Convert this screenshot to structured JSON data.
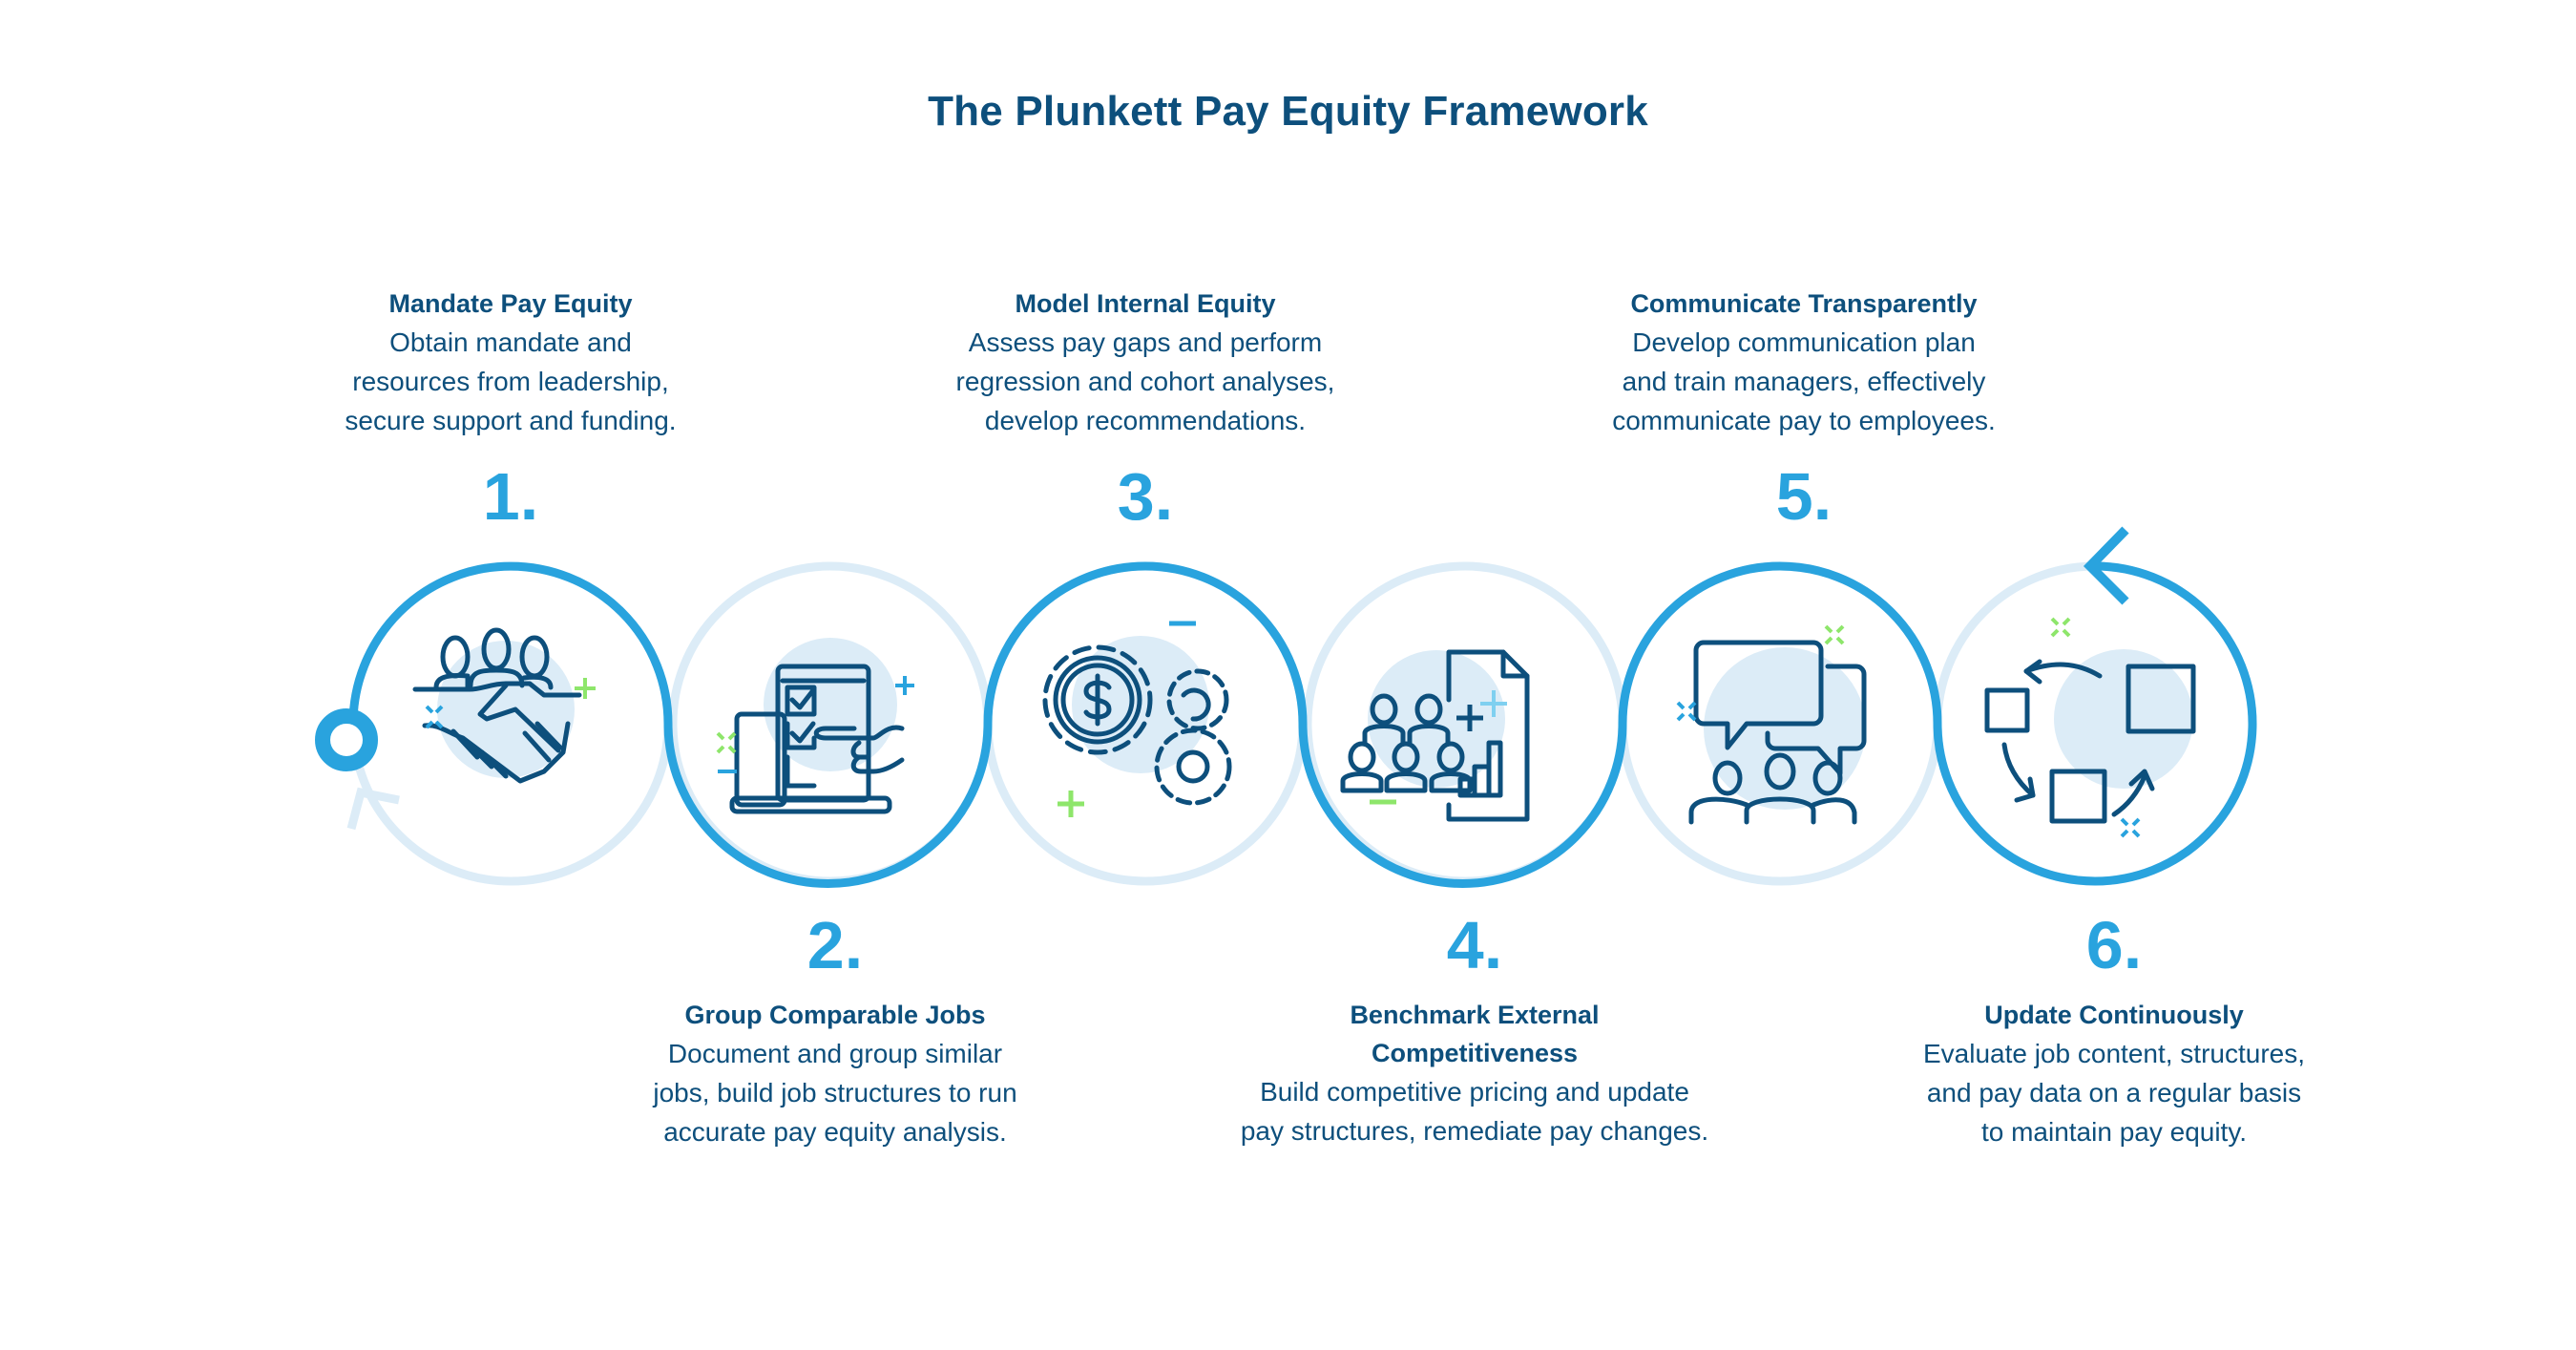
{
  "title": "The Plunkett Pay Equity Framework",
  "colors": {
    "title": "#0d4f7c",
    "number": "#29a3de",
    "path_active": "#29a3de",
    "path_light": "#dcecf7",
    "icon_stroke": "#0d4f7c",
    "icon_fill": "#dcecf7",
    "accent_green": "#8ee66b",
    "accent_blue": "#29a3de"
  },
  "steps": [
    {
      "number": "1.",
      "heading": "Mandate Pay Equity",
      "description": [
        "Obtain mandate and",
        "resources from leadership,",
        "secure support and funding."
      ],
      "icon": "handshake-team-icon",
      "position": "top"
    },
    {
      "number": "2.",
      "heading": "Group Comparable Jobs",
      "description": [
        "Document and group similar",
        "jobs, build job structures to run",
        "accurate pay equity analysis."
      ],
      "icon": "checklist-laptop-icon",
      "position": "bottom"
    },
    {
      "number": "3.",
      "heading": "Model Internal Equity",
      "description": [
        "Assess pay gaps and perform",
        "regression and cohort analyses,",
        "develop recommendations."
      ],
      "icon": "dollar-gears-icon",
      "position": "top"
    },
    {
      "number": "4.",
      "heading": "Benchmark External Competitiveness",
      "heading_lines": [
        "Benchmark External",
        "Competitiveness"
      ],
      "description": [
        "Build competitive pricing and update",
        "pay structures, remediate pay changes."
      ],
      "icon": "people-report-chart-icon",
      "position": "bottom"
    },
    {
      "number": "5.",
      "heading": "Communicate Transparently",
      "description": [
        "Develop communication plan",
        "and train managers, effectively",
        "communicate pay to employees."
      ],
      "icon": "chat-bubbles-people-icon",
      "position": "top"
    },
    {
      "number": "6.",
      "heading": "Update Continuously",
      "description": [
        "Evaluate job content, structures,",
        "and pay data on a regular basis",
        "to maintain pay equity."
      ],
      "icon": "cycle-squares-icon",
      "position": "bottom"
    }
  ]
}
